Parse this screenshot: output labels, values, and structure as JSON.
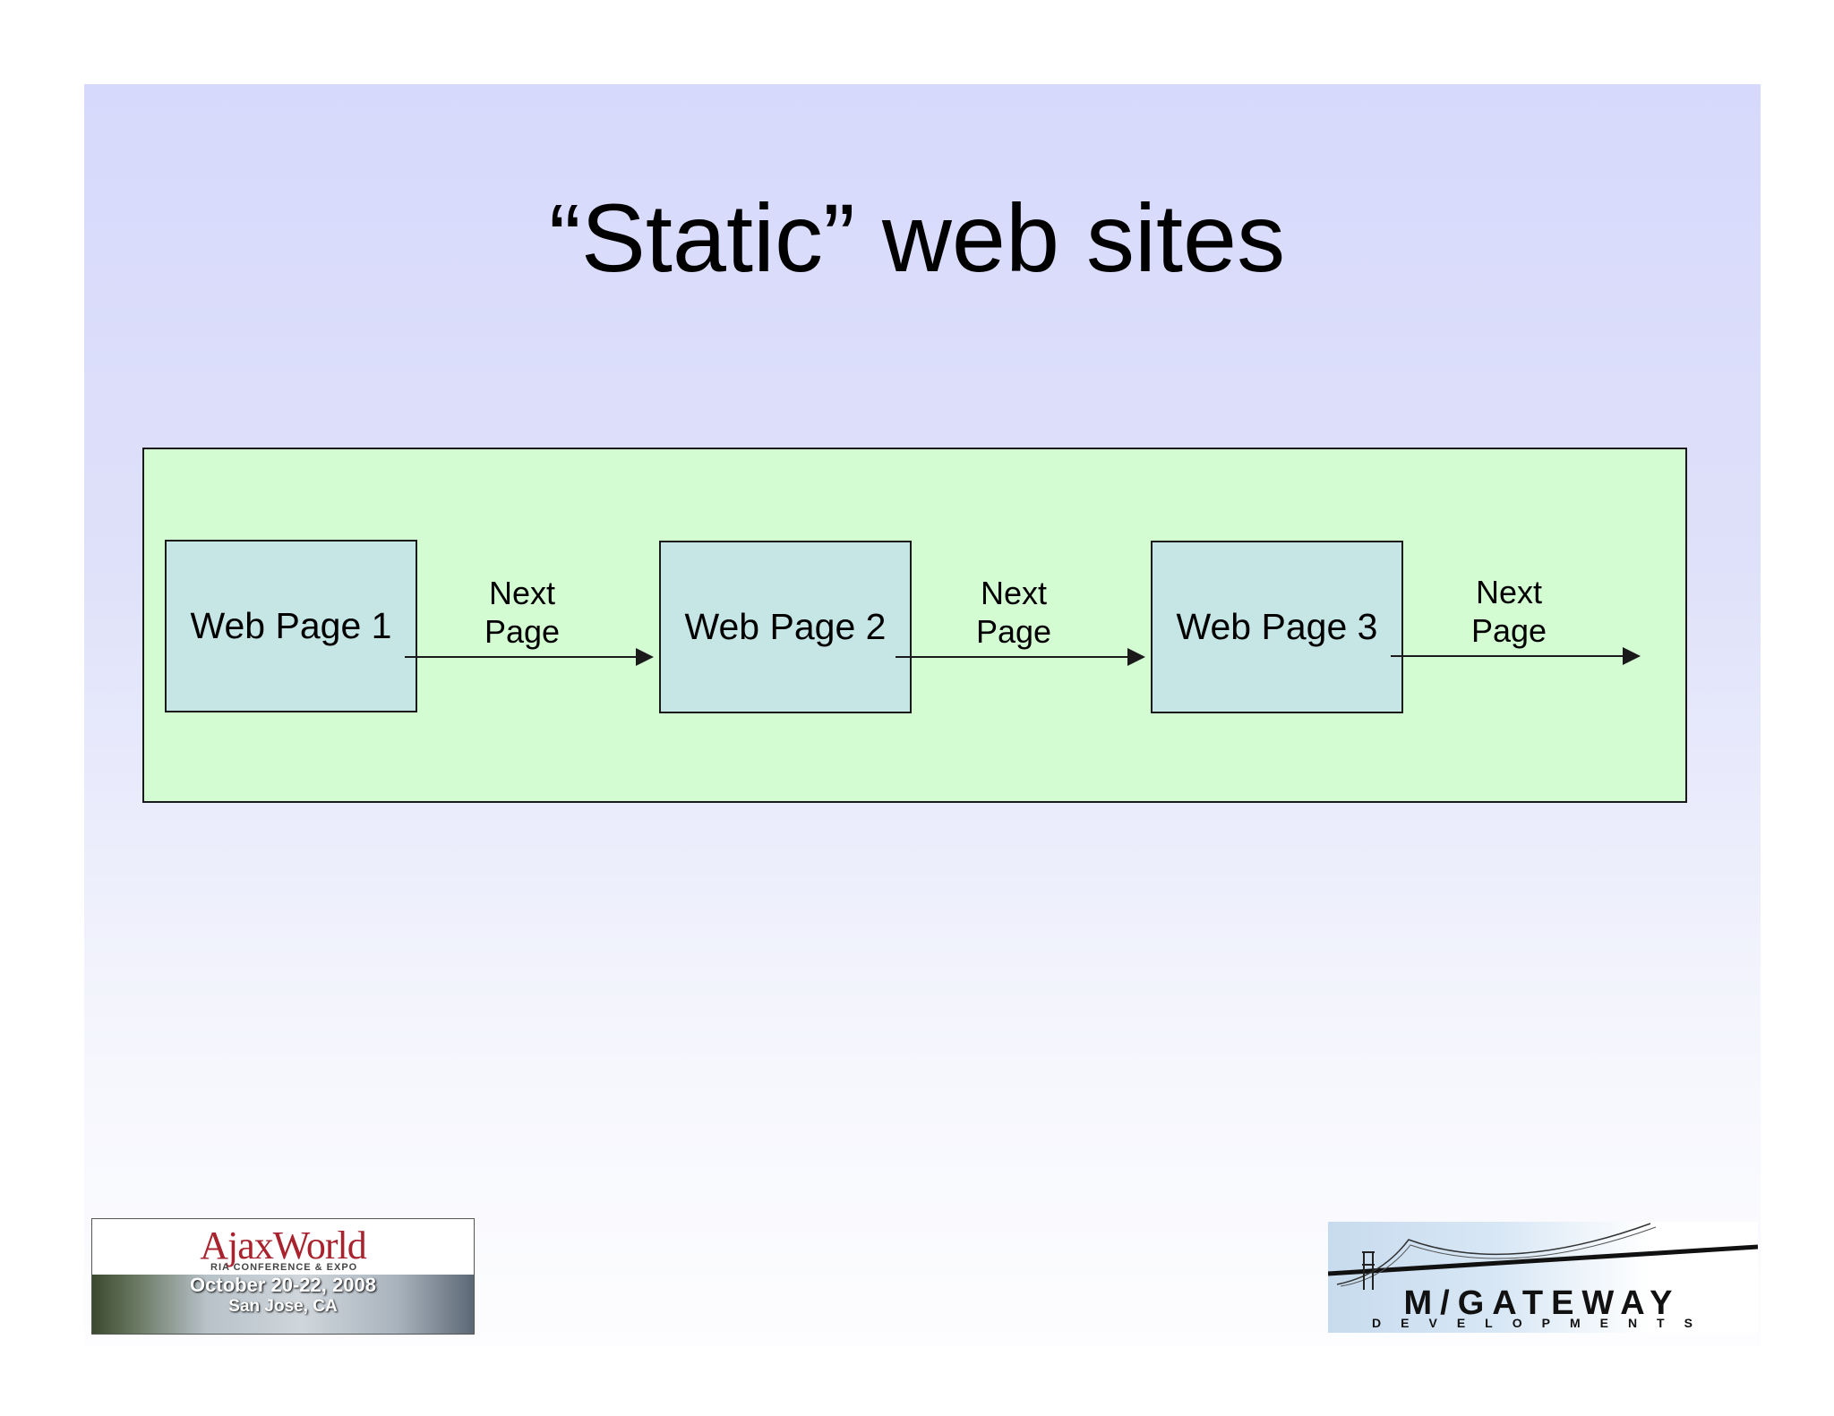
{
  "slide": {
    "title": "“Static” web sites"
  },
  "diagram": {
    "nodes": [
      {
        "id": "page1",
        "label": "Web Page 1"
      },
      {
        "id": "page2",
        "label": "Web Page 2"
      },
      {
        "id": "page3",
        "label": "Web Page 3"
      }
    ],
    "edges": [
      {
        "from": "page1",
        "to": "page2",
        "label_line1": "Next",
        "label_line2": "Page"
      },
      {
        "from": "page2",
        "to": "page3",
        "label_line1": "Next",
        "label_line2": "Page"
      },
      {
        "from": "page3",
        "to": "",
        "label_line1": "Next",
        "label_line2": "Page"
      }
    ],
    "colors": {
      "panel": "#d3fcd2",
      "node": "#c6e6e6",
      "stroke": "#1a1a1a"
    }
  },
  "footer": {
    "left_logo": {
      "brand": "AjaxWorld",
      "tagline": "RIA CONFERENCE & EXPO",
      "date": "October 20-22, 2008",
      "location": "San Jose, CA"
    },
    "right_logo": {
      "brand": "M/GATEWAY",
      "tagline": "DEVELOPMENTS"
    }
  }
}
